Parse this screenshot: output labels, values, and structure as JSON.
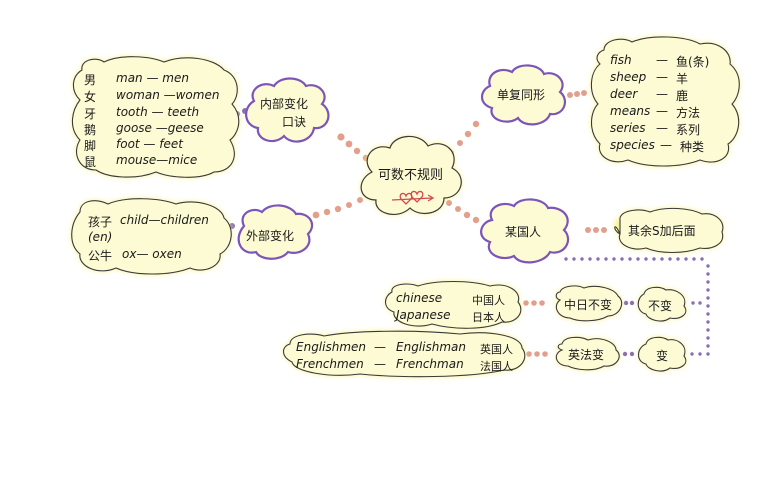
{
  "center": {
    "label": "可数不规则"
  },
  "left_top": {
    "node_label": [
      "内部变化",
      "口诀"
    ],
    "items": [
      {
        "cn": "男",
        "pair": "man — men"
      },
      {
        "cn": "女",
        "pair": "woman —women"
      },
      {
        "cn": "牙",
        "pair": "tooth — teeth"
      },
      {
        "cn": "鹅",
        "pair": "goose —geese"
      },
      {
        "cn": "脚",
        "pair": "foot — feet"
      },
      {
        "cn": "鼠",
        "pair": "mouse—mice"
      }
    ]
  },
  "left_bottom": {
    "node_label": "外部变化",
    "items": [
      {
        "cn": "孩子",
        "pair": "child—children"
      },
      {
        "cn": "",
        "pair": "(en)"
      },
      {
        "cn": "公牛",
        "pair": "ox— oxen"
      }
    ]
  },
  "right_top": {
    "node_label": "单复同形",
    "items": [
      {
        "en": "fish",
        "dash": "—",
        "cn": "鱼(条)"
      },
      {
        "en": "sheep",
        "dash": "—",
        "cn": "羊"
      },
      {
        "en": "deer",
        "dash": "—",
        "cn": "鹿"
      },
      {
        "en": "means",
        "dash": "—",
        "cn": "方法"
      },
      {
        "en": "series",
        "dash": "—",
        "cn": "系列"
      },
      {
        "en": "species",
        "dash": "—",
        "cn": "种类"
      }
    ]
  },
  "right_mid": {
    "node_label": "某国人",
    "rule_label": "其余S加后面"
  },
  "nationality_same": {
    "rows": [
      {
        "en": "chinese",
        "cn": "中国人"
      },
      {
        "en": "Japanese",
        "cn": "日本人"
      }
    ],
    "rule_label": "中日不变",
    "tag_label": "不变"
  },
  "nationality_change": {
    "rows": [
      {
        "plural": "Englishmen",
        "dash": "—",
        "singular": "Englishman",
        "cn": "英国人"
      },
      {
        "plural": "Frenchmen",
        "dash": "—",
        "singular": "Frenchman",
        "cn": "法国人"
      }
    ],
    "rule_label": "英法变",
    "tag_label": "变"
  },
  "colors": {
    "cloud_fill": "#fdfbd4",
    "cloud_glow": "#f8f080",
    "node_outline": "#7d55b8",
    "dots": "#e2a08c",
    "dots_purple": "#8b6fb3",
    "heart_arrow": "#d24c4c",
    "ink": "#1a1a1a"
  }
}
